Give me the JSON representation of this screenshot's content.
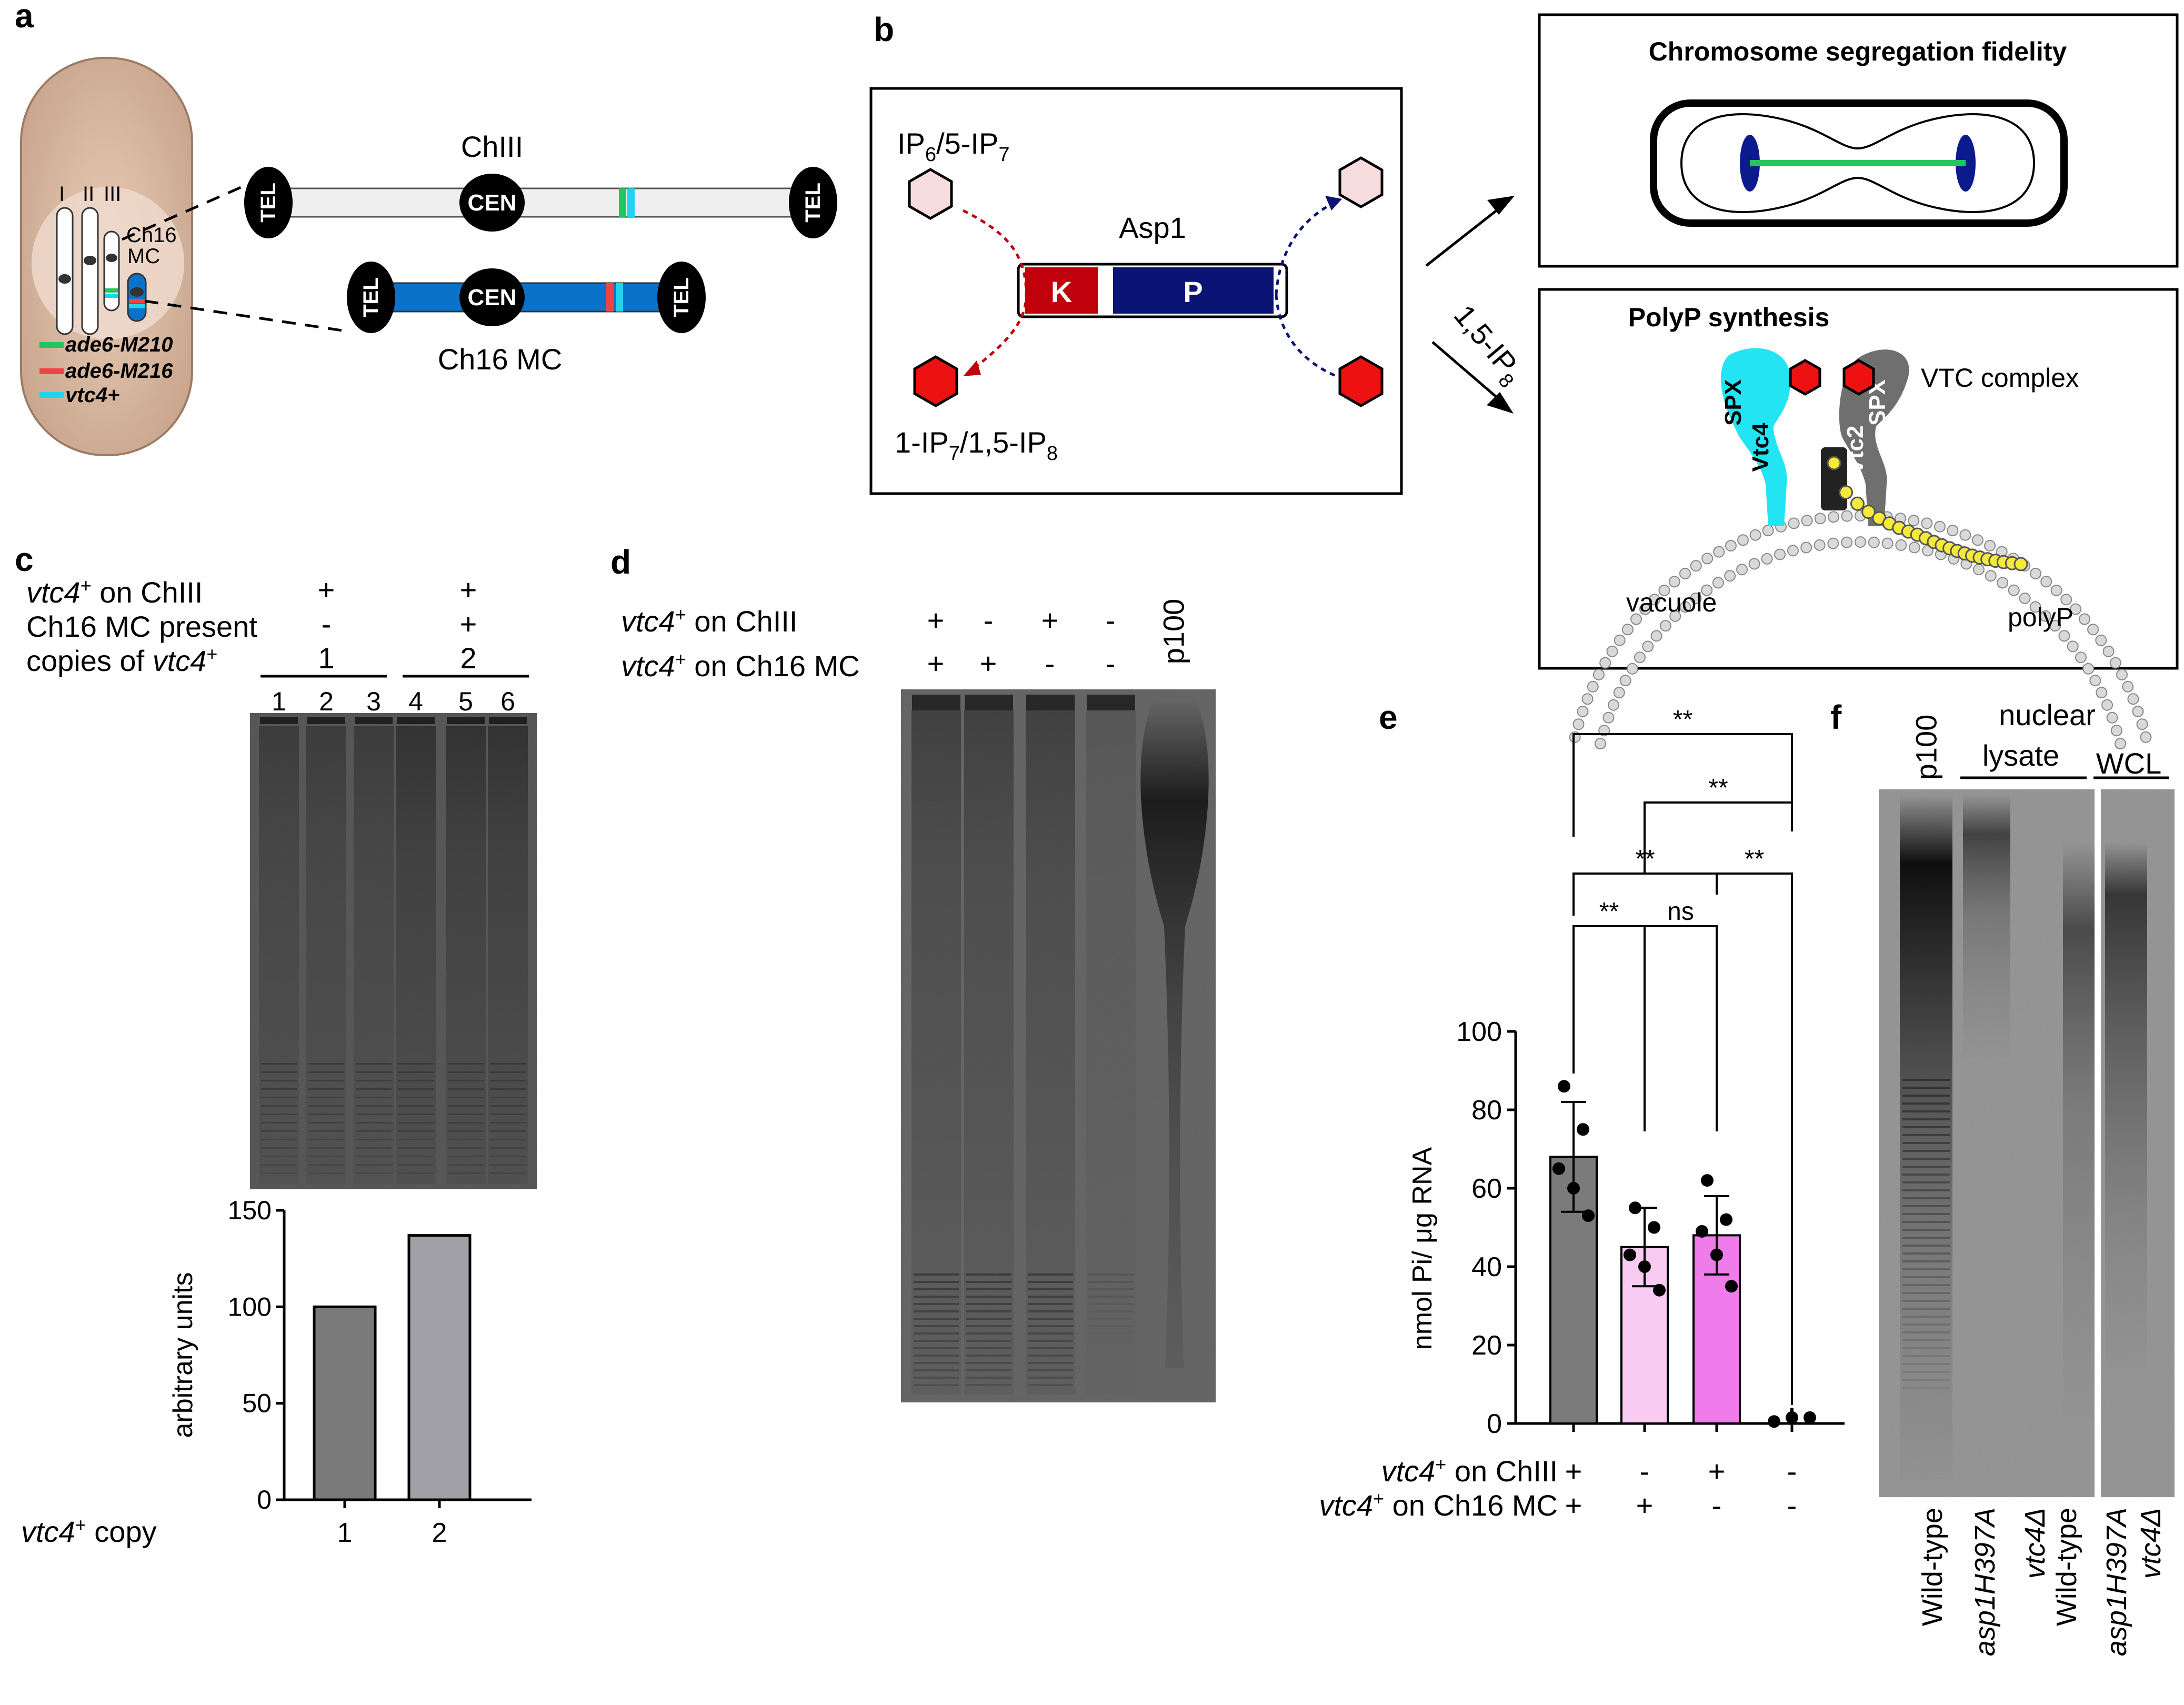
{
  "panels": {
    "a": {
      "label": "a",
      "chromosomes": {
        "roman": [
          "I",
          "II",
          "III"
        ],
        "minichromosome": "Ch16\nMC"
      },
      "chrIII": {
        "name": "ChIII",
        "tel": "TEL",
        "cen": "CEN"
      },
      "ch16": {
        "name": "Ch16 MC",
        "tel": "TEL",
        "cen": "CEN"
      },
      "legend": [
        {
          "text": "ade6-M210",
          "color": "#22c55e"
        },
        {
          "text": "ade6-M216",
          "color": "#ef4444"
        },
        {
          "text": "vtc4+",
          "color": "#22d3ee"
        }
      ],
      "colors": {
        "cell": "#d9b8a0",
        "ch16": "#0a73c9",
        "chrIII": "#efefef"
      }
    },
    "b": {
      "label": "b",
      "substrate": "IP6/5-IP7",
      "product": "1-IP7/1,5-IP8",
      "enzyme": "Asp1",
      "kinase": "K",
      "phosphatase": "P",
      "signal": "1,5-IP8",
      "seg_title": "Chromosome segregation fidelity",
      "polyp_title": "PolyP synthesis",
      "spx": "SPX",
      "vtc4": "Vtc4",
      "vtc2": "Vtc2",
      "vtc_complex": "VTC complex",
      "vacuole": "vacuole",
      "polyp": "polyP",
      "colors": {
        "kinase": "#c0000b",
        "phosphatase": "#0b1475",
        "ip8": "#ee1111",
        "ip7": "#f6dcdc",
        "vtc4": "#22e4f2",
        "vtc2": "#6f6f6f"
      }
    },
    "c": {
      "label": "c",
      "rows": [
        {
          "label": "vtc4+ on ChIII",
          "g1": "+",
          "g2": "+"
        },
        {
          "label": "Ch16 MC present",
          "g1": "-",
          "g2": "+"
        },
        {
          "label": "copies of vtc4+",
          "g1": "1",
          "g2": "2"
        }
      ],
      "lanes": [
        "1",
        "2",
        "3",
        "4",
        "5",
        "6"
      ],
      "xlabel": "vtc4+ copy"
    },
    "d": {
      "label": "d",
      "rows": [
        {
          "label": "vtc4+ on ChIII",
          "values": [
            "+",
            "-",
            "+",
            "-"
          ]
        },
        {
          "label": "vtc4+ on Ch16 MC",
          "values": [
            "+",
            "+",
            "-",
            "-"
          ]
        }
      ],
      "ladder": "p100"
    },
    "e": {
      "label": "e",
      "rows": [
        {
          "label": "vtc4+ on ChIII",
          "values": [
            "+",
            "-",
            "+",
            "-"
          ]
        },
        {
          "label": "vtc4+ on Ch16 MC",
          "values": [
            "+",
            "+",
            "-",
            "-"
          ]
        }
      ],
      "significance": [
        "**",
        "**",
        "**",
        "ns",
        "**",
        "**"
      ]
    },
    "f": {
      "label": "f",
      "ladder": "p100",
      "groups": [
        "nuclear\nlysate",
        "WCL"
      ],
      "lanes": [
        "Wild-type",
        "asp1H397A",
        "vtc4Δ",
        "Wild-type",
        "asp1H397A",
        "vtc4Δ"
      ]
    }
  },
  "chart_data": [
    {
      "type": "bar",
      "panel": "c",
      "categories": [
        "1",
        "2"
      ],
      "values": [
        100,
        137
      ],
      "ylabel": "arbitrary units",
      "xlabel": "vtc4+ copy",
      "ylim": [
        0,
        150
      ],
      "yticks": [
        0,
        50,
        100,
        150
      ],
      "colors": [
        "#7a7a7a",
        "#a0a0a6"
      ]
    },
    {
      "type": "bar",
      "panel": "e",
      "categories": [
        "+/+",
        "-/+",
        "+/-",
        "-/-"
      ],
      "values": [
        68,
        45,
        48,
        1
      ],
      "errors": [
        14,
        10,
        10,
        0
      ],
      "points": [
        [
          86,
          75,
          65,
          60,
          53
        ],
        [
          55,
          50,
          43,
          40,
          34
        ],
        [
          62,
          52,
          49,
          43,
          35
        ],
        [
          0.5,
          1.5,
          1.5
        ]
      ],
      "ylabel": "nmol Pi/ μg RNA",
      "ylim": [
        0,
        100
      ],
      "yticks": [
        0,
        20,
        40,
        60,
        80,
        100
      ],
      "colors": [
        "#7b7b7b",
        "#f9cbf2",
        "#f07cec",
        "#ffffff"
      ]
    }
  ]
}
